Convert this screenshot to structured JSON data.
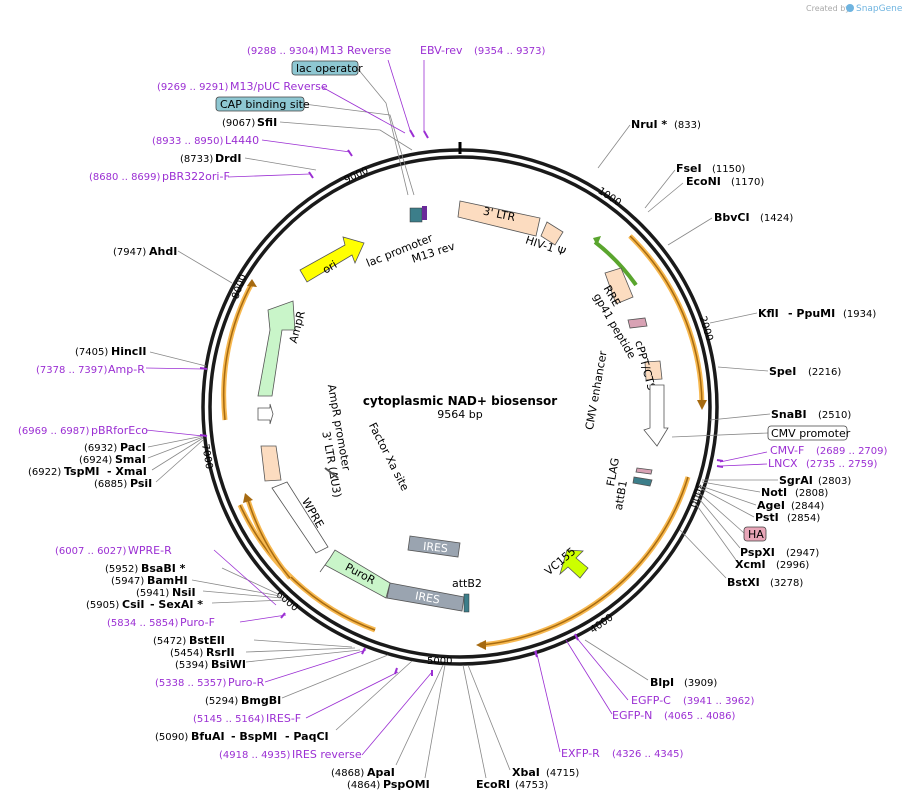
{
  "watermark": {
    "prefix": "Created by",
    "brand": "SnapGene"
  },
  "plasmid": {
    "name": "cytoplasmic NAD+ biosensor",
    "size": "9564 bp"
  },
  "ticks": [
    "1000",
    "2000",
    "3000",
    "4000",
    "5000",
    "6000",
    "7000",
    "8000",
    "9000"
  ],
  "enzymes": [
    {
      "name": "NruI *",
      "pos": "(833)"
    },
    {
      "name": "FseI",
      "pos": "(1150)"
    },
    {
      "name": "EcoNI",
      "pos": "(1170)"
    },
    {
      "name": "BbvCI",
      "pos": "(1424)"
    },
    {
      "name": "KflI",
      "pos": ""
    },
    {
      "name": "- PpuMI",
      "pos": "(1934)"
    },
    {
      "name": "SpeI",
      "pos": "(2216)"
    },
    {
      "name": "SnaBI",
      "pos": "(2510)"
    },
    {
      "name": "SgrAI",
      "pos": "(2803)"
    },
    {
      "name": "NotI",
      "pos": "(2808)"
    },
    {
      "name": "AgeI",
      "pos": "(2844)"
    },
    {
      "name": "PstI",
      "pos": "(2854)"
    },
    {
      "name": "PspXI",
      "pos": "(2947)"
    },
    {
      "name": "XcmI",
      "pos": "(2996)"
    },
    {
      "name": "BstXI",
      "pos": "(3278)"
    },
    {
      "name": "BlpI",
      "pos": "(3909)"
    },
    {
      "name": "XbaI",
      "pos": "(4715)"
    },
    {
      "name": "EcoRI",
      "pos": "(4753)"
    },
    {
      "name": "PspOMI",
      "pos": "(4864)"
    },
    {
      "name": "ApaI",
      "pos": "(4868)"
    },
    {
      "name": "BfuAI",
      "pos": "(5090)"
    },
    {
      "name": "- BspMI",
      "pos": ""
    },
    {
      "name": "- PaqCI",
      "pos": ""
    },
    {
      "name": "BmgBI",
      "pos": "(5294)"
    },
    {
      "name": "BsiWI",
      "pos": "(5394)"
    },
    {
      "name": "RsrII",
      "pos": "(5454)"
    },
    {
      "name": "BstEII",
      "pos": "(5472)"
    },
    {
      "name": "CsiI",
      "pos": "(5905)"
    },
    {
      "name": "- SexAI *",
      "pos": ""
    },
    {
      "name": "NsiI",
      "pos": "(5941)"
    },
    {
      "name": "BamHI",
      "pos": "(5947)"
    },
    {
      "name": "BsaBI *",
      "pos": "(5952)"
    },
    {
      "name": "PsiI",
      "pos": "(6885)"
    },
    {
      "name": "TspMI",
      "pos": "(6922)"
    },
    {
      "name": "- XmaI",
      "pos": ""
    },
    {
      "name": "SmaI",
      "pos": "(6924)"
    },
    {
      "name": "PacI",
      "pos": "(6932)"
    },
    {
      "name": "HincII",
      "pos": "(7405)"
    },
    {
      "name": "AhdI",
      "pos": "(7947)"
    },
    {
      "name": "DrdI",
      "pos": "(8733)"
    },
    {
      "name": "SfiI",
      "pos": "(9067)"
    }
  ],
  "primers": [
    {
      "name": "M13 Reverse",
      "range": "(9288 .. 9304)"
    },
    {
      "name": "EBV-rev",
      "range": "(9354 .. 9373)"
    },
    {
      "name": "M13/pUC Reverse",
      "range": "(9269 .. 9291)"
    },
    {
      "name": "L4440",
      "range": "(8933 .. 8950)"
    },
    {
      "name": "pBR322ori-F",
      "range": "(8680 .. 8699)"
    },
    {
      "name": "Amp-R",
      "range": "(7378 .. 7397)"
    },
    {
      "name": "pBRforEco",
      "range": "(6969 .. 6987)"
    },
    {
      "name": "CMV-F",
      "range": "(2689 .. 2709)"
    },
    {
      "name": "LNCX",
      "range": "(2735 .. 2759)"
    },
    {
      "name": "EGFP-C",
      "range": "(3941 .. 3962)"
    },
    {
      "name": "EGFP-N",
      "range": "(4065 .. 4086)"
    },
    {
      "name": "EXFP-R",
      "range": "(4326 .. 4345)"
    },
    {
      "name": "IRES reverse",
      "range": "(4918 .. 4935)"
    },
    {
      "name": "IRES-F",
      "range": "(5145 .. 5164)"
    },
    {
      "name": "Puro-R",
      "range": "(5338 .. 5357)"
    },
    {
      "name": "Puro-F",
      "range": "(5834 .. 5854)"
    },
    {
      "name": "WPRE-R",
      "range": "(6007 .. 6027)"
    }
  ],
  "boxed": [
    {
      "name": "lac operator",
      "color": "#8ec7d2"
    },
    {
      "name": "CAP binding site",
      "color": "#8ec7d2"
    },
    {
      "name": "CMV promoter",
      "color": "#ffffff"
    },
    {
      "name": "HA",
      "color": "#e8a6b8"
    }
  ],
  "features": [
    "3' LTR",
    "HIV-1 Ψ",
    "RRE",
    "gp41 peptide",
    "cPPT/CTS",
    "CMV enhancer",
    "FLAG",
    "attB1",
    "VC155",
    "IRES",
    "attB2",
    "IRES",
    "PuroR",
    "WPRE",
    "3' LTR (ΔU3)",
    "Factor Xa site",
    "AmpR promoter",
    "AmpR",
    "ori",
    "lac promoter",
    "M13 rev"
  ],
  "colors": {
    "ring": "#1a1a1a",
    "orf": "#f7b84f",
    "primer": "#9b2fd3",
    "ori": "#ffff00",
    "ampr": "#c9f5c9",
    "vc155": "#ccff00",
    "ires": "#9aa4b0",
    "ltr": "#fcdcc0",
    "rre": "#fcdcc0",
    "puro": "#c9f5c9",
    "greenarrow": "#5aa52e"
  }
}
